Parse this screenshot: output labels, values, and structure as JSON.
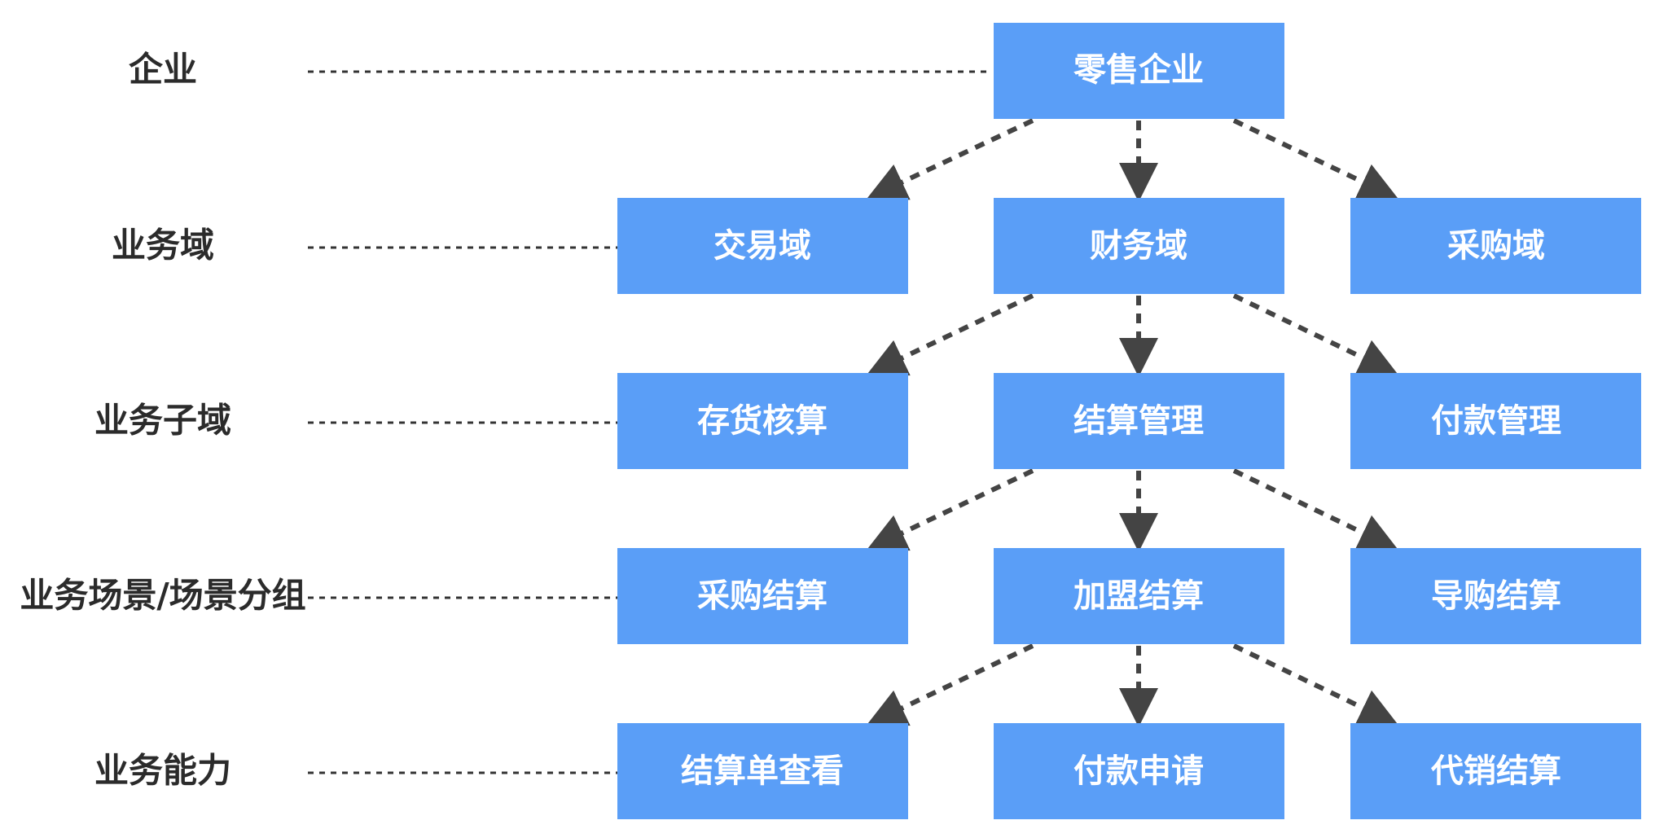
{
  "levels": [
    {
      "label": "企业"
    },
    {
      "label": "业务域"
    },
    {
      "label": "业务子域"
    },
    {
      "label": "业务场景/场景分组"
    },
    {
      "label": "业务能力"
    }
  ],
  "nodes": {
    "enterprise": {
      "label": "零售企业"
    },
    "domains": [
      {
        "label": "交易域"
      },
      {
        "label": "财务域"
      },
      {
        "label": "采购域"
      }
    ],
    "subdomains": [
      {
        "label": "存货核算"
      },
      {
        "label": "结算管理"
      },
      {
        "label": "付款管理"
      }
    ],
    "scenarios": [
      {
        "label": "采购结算"
      },
      {
        "label": "加盟结算"
      },
      {
        "label": "导购结算"
      }
    ],
    "capabilities": [
      {
        "label": "结算单查看"
      },
      {
        "label": "付款申请"
      },
      {
        "label": "代销结算"
      }
    ]
  },
  "colors": {
    "node_fill": "#5a9ef7",
    "node_text": "#ffffff",
    "label_text": "#2b2b2b",
    "connector": "#444444"
  }
}
